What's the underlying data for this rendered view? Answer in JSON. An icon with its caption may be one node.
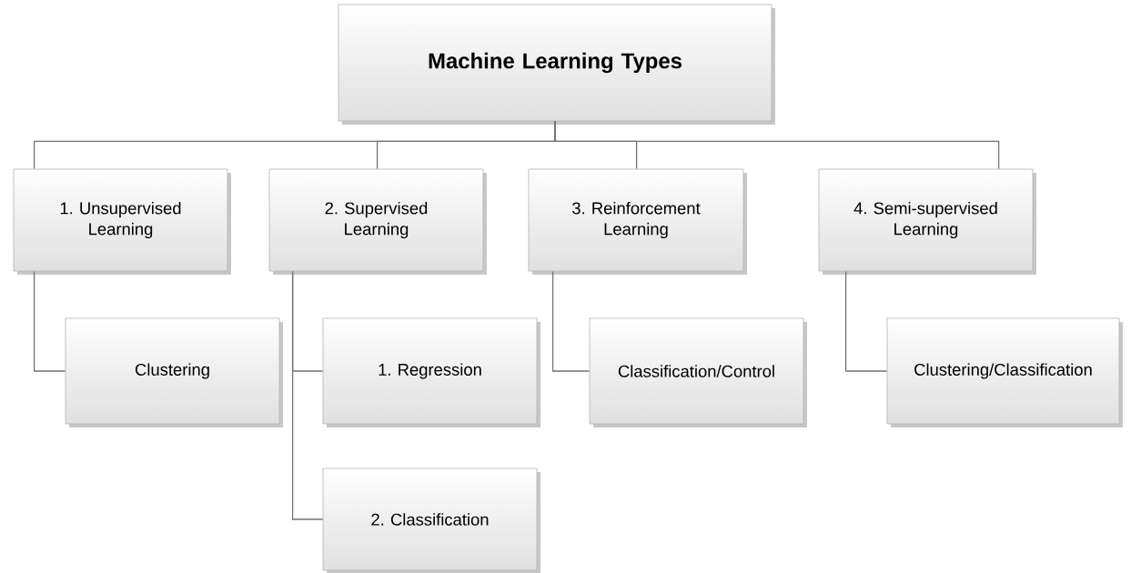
{
  "diagram": {
    "nodes": [
      {
        "text": [
          "Machine Learning Types"
        ]
      },
      {
        "text": [
          "1. Unsupervised Learning"
        ]
      },
      {
        "text": [
          "2. Supervised Learning"
        ]
      },
      {
        "text": [
          "3. Reinforcement Learning"
        ]
      },
      {
        "text": [
          "4. Semi-supervised Learning"
        ]
      },
      {
        "text": [
          "Clustering"
        ]
      },
      {
        "text": [
          "1. Regression"
        ]
      },
      {
        "text": [
          "2. Classification"
        ]
      },
      {
        "text": [
          "Classification/Control"
        ]
      },
      {
        "text": [
          "Clustering/Classification"
        ]
      }
    ],
    "edges": [
      {
        "from": 0,
        "to": 1,
        "arrow": "none"
      },
      {
        "from": 0,
        "to": 2,
        "arrow": "none"
      },
      {
        "from": 0,
        "to": 3,
        "arrow": "none"
      },
      {
        "from": 0,
        "to": 4,
        "arrow": "none"
      },
      {
        "from": 1,
        "to": 5,
        "arrow": "none"
      },
      {
        "from": 2,
        "to": 6,
        "arrow": "none"
      },
      {
        "from": 2,
        "to": 7,
        "arrow": "none"
      },
      {
        "from": 3,
        "to": 8,
        "arrow": "none"
      },
      {
        "from": 4,
        "to": 9,
        "arrow": "none"
      }
    ]
  }
}
